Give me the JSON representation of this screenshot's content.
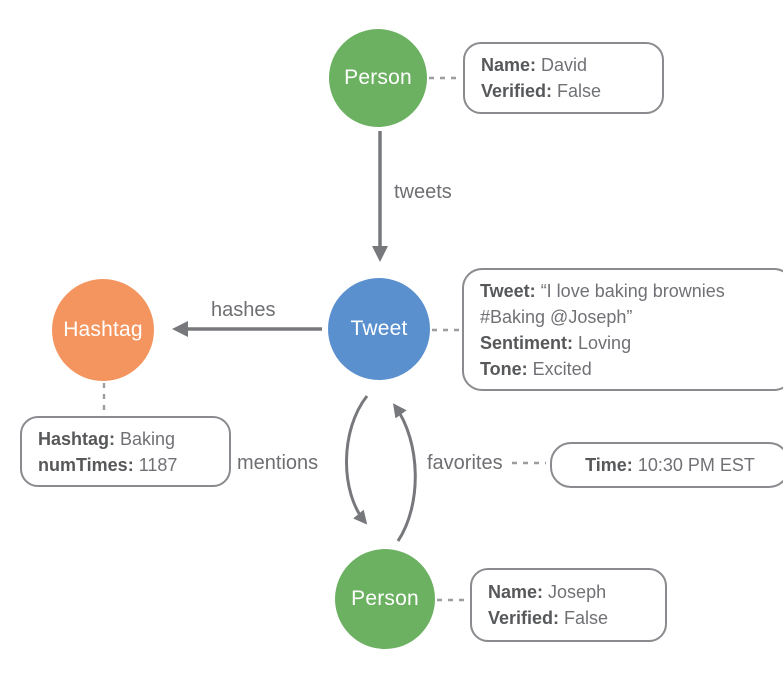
{
  "diagram": {
    "description": "Social graph data model diagram"
  },
  "colors": {
    "person_node": "#6CB161",
    "tweet_node": "#5B90CF",
    "hashtag_node": "#F4955F",
    "arrow_gray": "#77787B",
    "dashed_gray": "#9C9DA0",
    "box_border": "#8A8B8E"
  },
  "nodes": {
    "person_top": {
      "label": "Person",
      "color": "#6CB161"
    },
    "tweet": {
      "label": "Tweet",
      "color": "#5B90CF"
    },
    "hashtag": {
      "label": "Hashtag",
      "color": "#F4955F"
    },
    "person_bottom": {
      "label": "Person",
      "color": "#6CB161"
    }
  },
  "edges": {
    "tweets": {
      "label": "tweets"
    },
    "hashes": {
      "label": "hashes"
    },
    "mentions": {
      "label": "mentions"
    },
    "favorites": {
      "label": "favorites"
    }
  },
  "boxes": {
    "david": {
      "props": [
        {
          "label": "Name:",
          "value": "David"
        },
        {
          "label": "Verified:",
          "value": "False"
        }
      ]
    },
    "tweet": {
      "props": [
        {
          "label": "Tweet:",
          "value": "“I love baking brownies #Baking @Joseph”"
        },
        {
          "label": "Sentiment:",
          "value": "Loving"
        },
        {
          "label": "Tone:",
          "value": "Excited"
        }
      ]
    },
    "hashtag": {
      "props": [
        {
          "label": "Hashtag:",
          "value": "Baking"
        },
        {
          "label": "numTimes:",
          "value": "1187"
        }
      ]
    },
    "time": {
      "props": [
        {
          "label": "Time:",
          "value": "10:30 PM EST"
        }
      ]
    },
    "joseph": {
      "props": [
        {
          "label": "Name:",
          "value": "Joseph"
        },
        {
          "label": "Verified:",
          "value": "False"
        }
      ]
    }
  }
}
